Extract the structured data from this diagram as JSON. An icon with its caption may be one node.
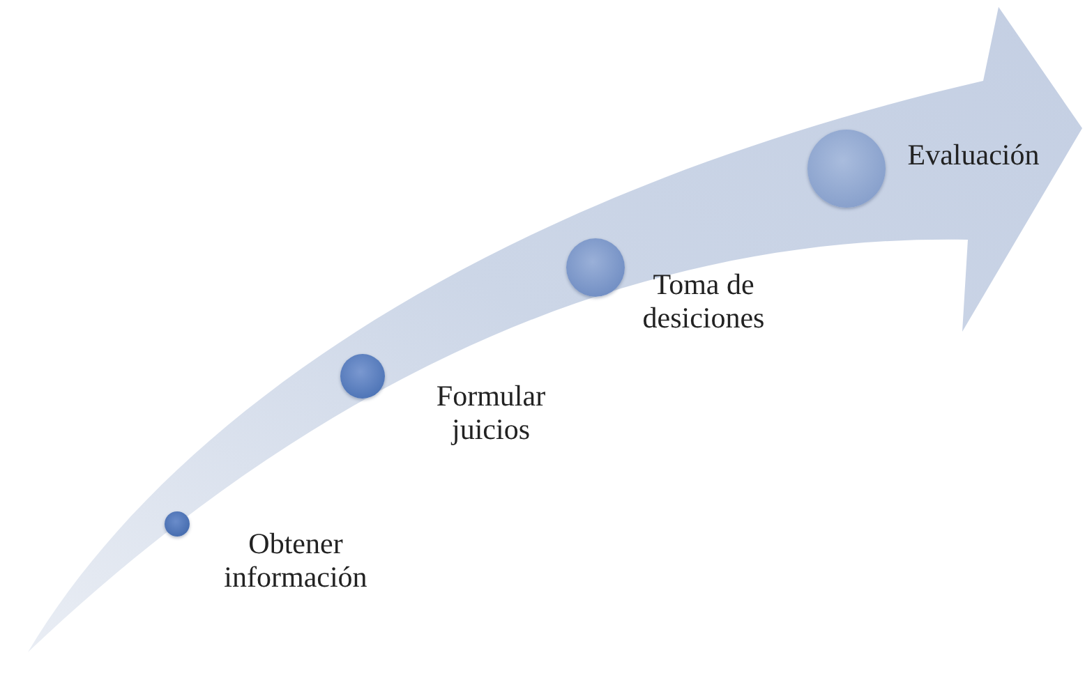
{
  "diagram": {
    "nodes": [
      {
        "text": [],
        "shape": "circle",
        "beside": [
          "Obtener información"
        ]
      },
      {
        "text": [],
        "shape": "circle",
        "beside": [
          "Formular juicios"
        ]
      },
      {
        "text": [],
        "shape": "circle",
        "beside": [
          "Toma de desiciones"
        ]
      },
      {
        "text": [],
        "shape": "circle",
        "beside": [
          "Evaluación"
        ]
      }
    ]
  }
}
